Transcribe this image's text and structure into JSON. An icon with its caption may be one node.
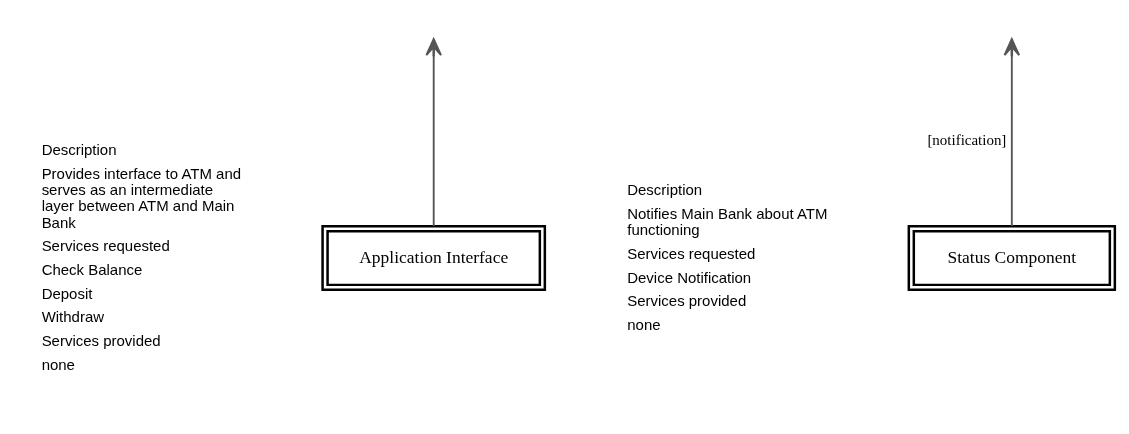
{
  "diagram": {
    "nodes": [
      {
        "text": [
          "Application Interface"
        ],
        "beside": [
          "Description",
          "Provides interface to ATM and serves as an intermediate layer between ATM and Main Bank",
          "Services requested",
          "Check Balance",
          "Deposit",
          "Withdraw",
          "Services provided",
          "none"
        ]
      },
      {
        "text": [
          "Status Component"
        ],
        "beside": [
          "Description",
          "Notifies Main Bank about ATM functioning",
          "Services requested",
          "Device Notification",
          "Services provided",
          "none"
        ]
      }
    ],
    "edges": [
      {
        "from": 0,
        "to": null,
        "arrow": "to"
      },
      {
        "from": 1,
        "to": null,
        "arrow": "to",
        "label": "[notification]"
      }
    ]
  }
}
